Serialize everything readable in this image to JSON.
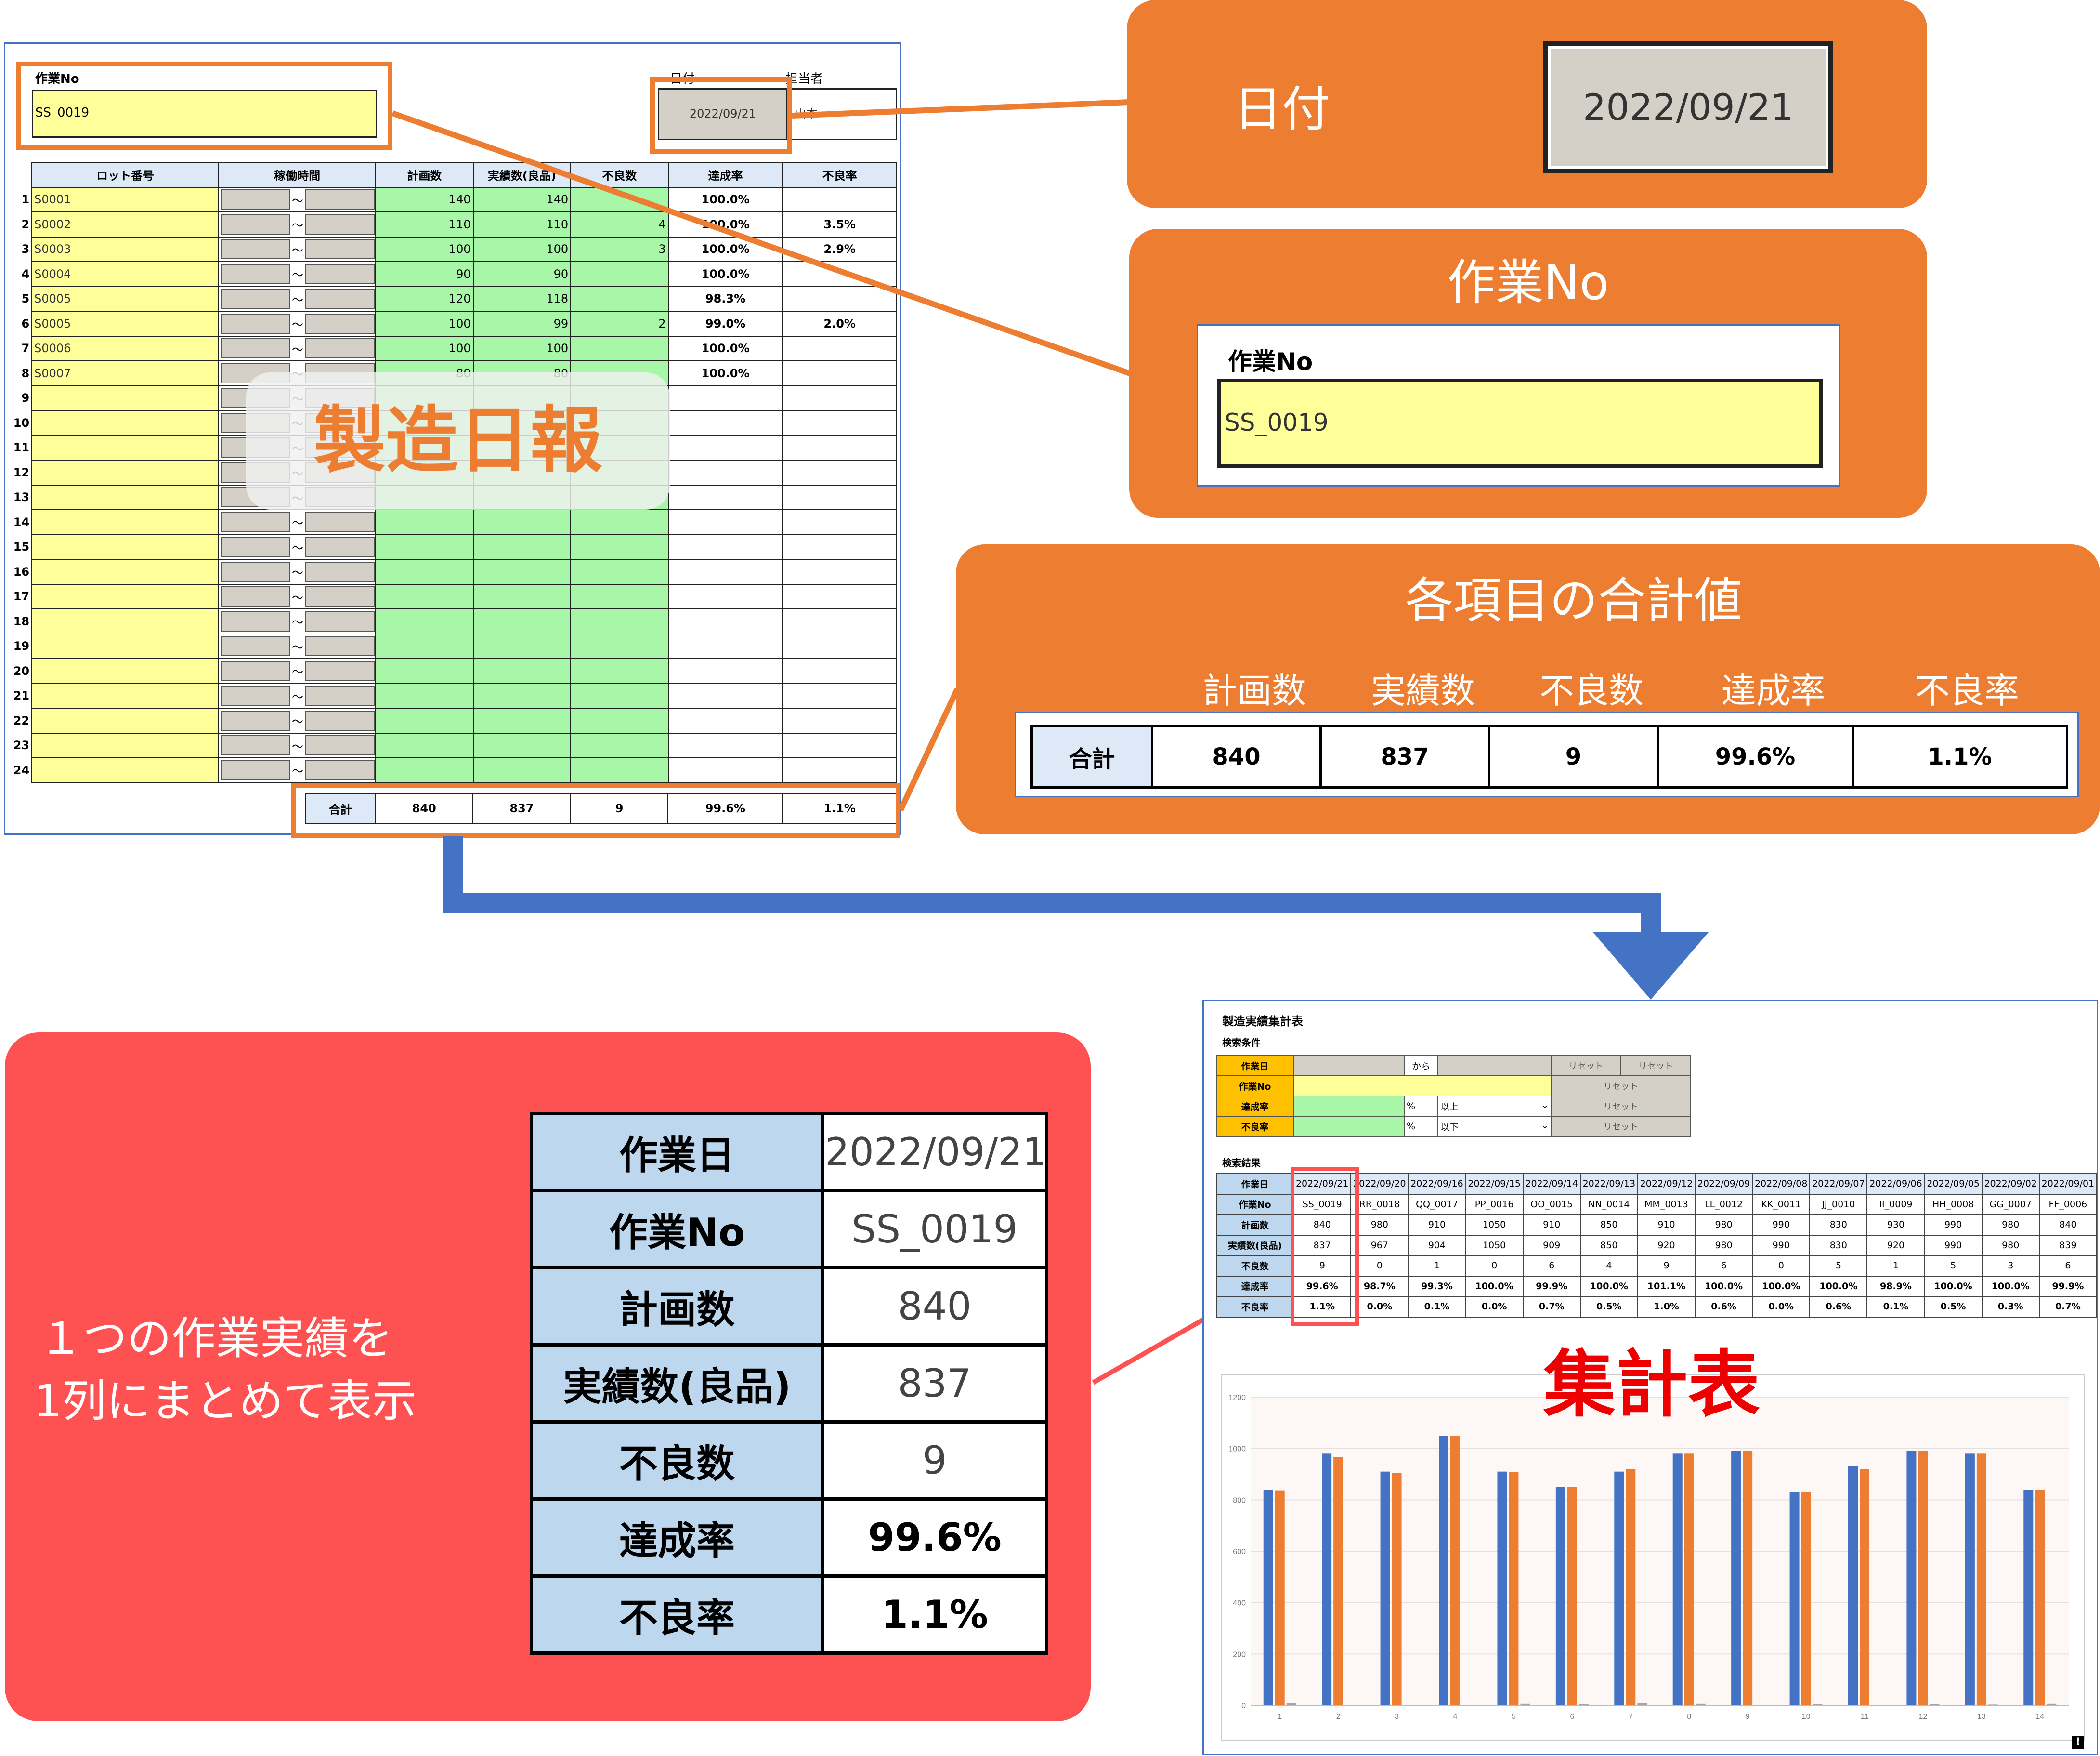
{
  "report": {
    "work_no_label": "作業No",
    "work_no_value": "SS_0019",
    "date_label": "日付",
    "date_value": "2022/09/21",
    "person_label": "担当者",
    "person_value": "山本",
    "headers": [
      "ロット番号",
      "稼働時間",
      "計画数",
      "実績数(良品)",
      "不良数",
      "達成率",
      "不良率"
    ],
    "tilde": "～",
    "rows": [
      {
        "n": "1",
        "lot": "S0001",
        "plan": "140",
        "actual": "140",
        "defect": "",
        "rate": "100.0%",
        "drate": ""
      },
      {
        "n": "2",
        "lot": "S0002",
        "plan": "110",
        "actual": "110",
        "defect": "4",
        "rate": "100.0%",
        "drate": "3.5%"
      },
      {
        "n": "3",
        "lot": "S0003",
        "plan": "100",
        "actual": "100",
        "defect": "3",
        "rate": "100.0%",
        "drate": "2.9%"
      },
      {
        "n": "4",
        "lot": "S0004",
        "plan": "90",
        "actual": "90",
        "defect": "",
        "rate": "100.0%",
        "drate": ""
      },
      {
        "n": "5",
        "lot": "S0005",
        "plan": "120",
        "actual": "118",
        "defect": "",
        "rate": "98.3%",
        "drate": ""
      },
      {
        "n": "6",
        "lot": "S0005",
        "plan": "100",
        "actual": "99",
        "defect": "2",
        "rate": "99.0%",
        "drate": "2.0%"
      },
      {
        "n": "7",
        "lot": "S0006",
        "plan": "100",
        "actual": "100",
        "defect": "",
        "rate": "100.0%",
        "drate": ""
      },
      {
        "n": "8",
        "lot": "S0007",
        "plan": "80",
        "actual": "80",
        "defect": "",
        "rate": "100.0%",
        "drate": ""
      },
      {
        "n": "9"
      },
      {
        "n": "10"
      },
      {
        "n": "11"
      },
      {
        "n": "12"
      },
      {
        "n": "13"
      },
      {
        "n": "14"
      },
      {
        "n": "15"
      },
      {
        "n": "16"
      },
      {
        "n": "17"
      },
      {
        "n": "18"
      },
      {
        "n": "19"
      },
      {
        "n": "20"
      },
      {
        "n": "21"
      },
      {
        "n": "22"
      },
      {
        "n": "23"
      },
      {
        "n": "24"
      }
    ],
    "total_label": "合計",
    "total": {
      "plan": "840",
      "actual": "837",
      "defect": "9",
      "rate": "99.6%",
      "drate": "1.1%"
    },
    "overlay_title": "製造日報"
  },
  "callouts": {
    "date_title": "日付",
    "date_value": "2022/09/21",
    "workno_title": "作業No",
    "workno_label": "作業No",
    "workno_value": "SS_0019",
    "totals_title": "各項目の合計値",
    "totals_headers": [
      "計画数",
      "実績数",
      "不良数",
      "達成率",
      "不良率"
    ],
    "totals_label": "合計",
    "totals_values": [
      "840",
      "837",
      "9",
      "99.6%",
      "1.1%"
    ]
  },
  "red_panel": {
    "text_line1": "１つの作業実績を",
    "text_line2": "1列にまとめて表示",
    "rows": [
      {
        "h": "作業日",
        "v": "2022/09/21",
        "bold": false
      },
      {
        "h": "作業No",
        "v": "SS_0019",
        "bold": false
      },
      {
        "h": "計画数",
        "v": "840",
        "bold": false
      },
      {
        "h": "実績数(良品)",
        "v": "837",
        "bold": false
      },
      {
        "h": "不良数",
        "v": "9",
        "bold": false
      },
      {
        "h": "達成率",
        "v": "99.6%",
        "bold": true
      },
      {
        "h": "不良率",
        "v": "1.1%",
        "bold": true
      }
    ]
  },
  "summary": {
    "title": "製造実績集計表",
    "search_label": "検索条件",
    "cond": {
      "date_label": "作業日",
      "from": "から",
      "reset": "リセット",
      "workno_label": "作業No",
      "rate_label": "達成率",
      "drate_label": "不良率",
      "pct": "%",
      "above": "以上",
      "below": "以下"
    },
    "result_label": "検索結果",
    "row_labels": [
      "作業日",
      "作業No",
      "計画数",
      "実績数(良品)",
      "不良数",
      "達成率",
      "不良率"
    ],
    "columns": [
      {
        "date": "2022/09/21",
        "no": "SS_0019",
        "plan": "840",
        "actual": "837",
        "defect": "9",
        "rate": "99.6%",
        "drate": "1.1%"
      },
      {
        "date": "2022/09/20",
        "no": "RR_0018",
        "plan": "980",
        "actual": "967",
        "defect": "0",
        "rate": "98.7%",
        "drate": "0.0%"
      },
      {
        "date": "2022/09/16",
        "no": "QQ_0017",
        "plan": "910",
        "actual": "904",
        "defect": "1",
        "rate": "99.3%",
        "drate": "0.1%"
      },
      {
        "date": "2022/09/15",
        "no": "PP_0016",
        "plan": "1050",
        "actual": "1050",
        "defect": "0",
        "rate": "100.0%",
        "drate": "0.0%"
      },
      {
        "date": "2022/09/14",
        "no": "OO_0015",
        "plan": "910",
        "actual": "909",
        "defect": "6",
        "rate": "99.9%",
        "drate": "0.7%"
      },
      {
        "date": "2022/09/13",
        "no": "NN_0014",
        "plan": "850",
        "actual": "850",
        "defect": "4",
        "rate": "100.0%",
        "drate": "0.5%"
      },
      {
        "date": "2022/09/12",
        "no": "MM_0013",
        "plan": "910",
        "actual": "920",
        "defect": "9",
        "rate": "101.1%",
        "drate": "1.0%"
      },
      {
        "date": "2022/09/09",
        "no": "LL_0012",
        "plan": "980",
        "actual": "980",
        "defect": "6",
        "rate": "100.0%",
        "drate": "0.6%"
      },
      {
        "date": "2022/09/08",
        "no": "KK_0011",
        "plan": "990",
        "actual": "990",
        "defect": "0",
        "rate": "100.0%",
        "drate": "0.0%"
      },
      {
        "date": "2022/09/07",
        "no": "JJ_0010",
        "plan": "830",
        "actual": "830",
        "defect": "5",
        "rate": "100.0%",
        "drate": "0.6%"
      },
      {
        "date": "2022/09/06",
        "no": "II_0009",
        "plan": "930",
        "actual": "920",
        "defect": "1",
        "rate": "98.9%",
        "drate": "0.1%"
      },
      {
        "date": "2022/09/05",
        "no": "HH_0008",
        "plan": "990",
        "actual": "990",
        "defect": "5",
        "rate": "100.0%",
        "drate": "0.5%"
      },
      {
        "date": "2022/09/02",
        "no": "GG_0007",
        "plan": "980",
        "actual": "980",
        "defect": "3",
        "rate": "100.0%",
        "drate": "0.3%"
      },
      {
        "date": "2022/09/01",
        "no": "FF_0006",
        "plan": "840",
        "actual": "839",
        "defect": "6",
        "rate": "99.9%",
        "drate": "0.7%"
      }
    ],
    "overlay_title": "集計表"
  },
  "chart_data": {
    "type": "bar",
    "categories": [
      "1",
      "2",
      "3",
      "4",
      "5",
      "6",
      "7",
      "8",
      "9",
      "10",
      "11",
      "12",
      "13",
      "14"
    ],
    "series": [
      {
        "values": [
          840,
          980,
          910,
          1050,
          910,
          850,
          910,
          980,
          990,
          830,
          930,
          990,
          980,
          840
        ],
        "color": "#4472c4"
      },
      {
        "values": [
          837,
          967,
          904,
          1050,
          909,
          850,
          920,
          980,
          990,
          830,
          920,
          990,
          980,
          839
        ],
        "color": "#ed7d31"
      },
      {
        "values": [
          9,
          0,
          1,
          0,
          6,
          4,
          9,
          6,
          0,
          5,
          1,
          5,
          3,
          6
        ],
        "color": "#a5a5a5"
      }
    ],
    "yticks": [
      "0",
      "200",
      "400",
      "600",
      "800",
      "1000",
      "1200"
    ],
    "ylim": [
      0,
      1200
    ],
    "grid": true
  },
  "colors": {
    "orange": "#ed7d31",
    "red": "#fe5252",
    "blue": "#4472c4",
    "yellow": "#ffff99",
    "green": "#a8f7a8"
  }
}
